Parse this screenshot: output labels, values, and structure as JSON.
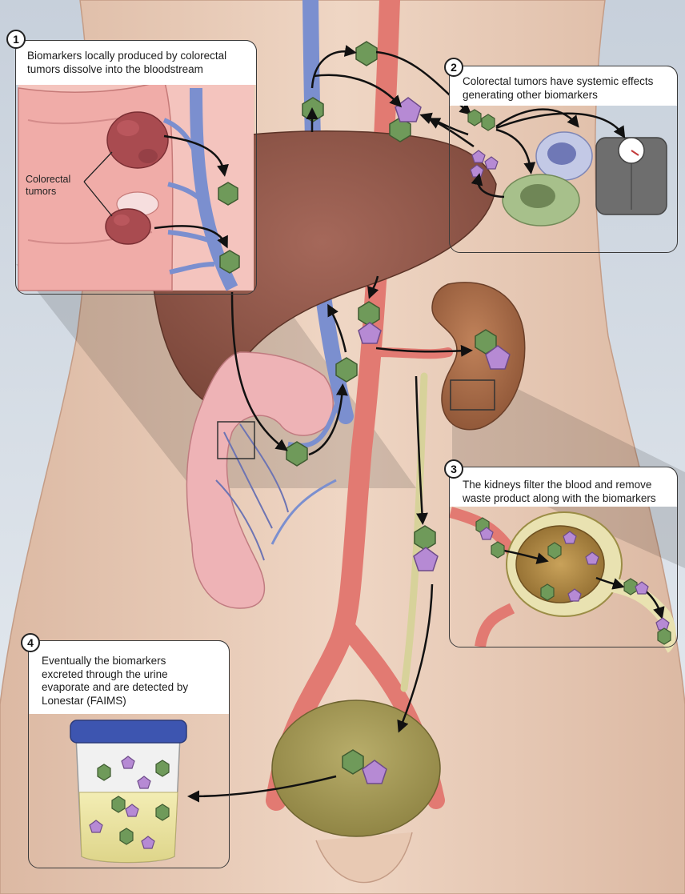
{
  "panels": [
    {
      "step": "1",
      "text": "Biomarkers locally produced by colorectal tumors dissolve into the bloodstream"
    },
    {
      "step": "2",
      "text": "Colorectal tumors have systemic effects generating other biomarkers"
    },
    {
      "step": "3",
      "text": "The kidneys filter the blood and remove waste product along with the biomarkers"
    },
    {
      "step": "4",
      "text": "Eventually the biomarkers excreted through the urine evaporate and are detected by Lonestar (FAIMS)"
    }
  ],
  "labels": {
    "tumors_line1": "Colorectal",
    "tumors_line2": "tumors"
  },
  "legend_icons": {
    "hexagon": "green-hexagon-biomarker-icon",
    "pentagon": "purple-pentagon-biomarker-icon"
  },
  "colors": {
    "skin": "#ecd0ba",
    "vein": "#7b8fcf",
    "artery": "#e27a72",
    "liver": "#8b5446",
    "colon": "#e8a3a8",
    "kidney": "#a0623f",
    "bladder": "#a69a55",
    "hexagon": "#6f9a5a",
    "pentagon": "#b68ad4"
  }
}
